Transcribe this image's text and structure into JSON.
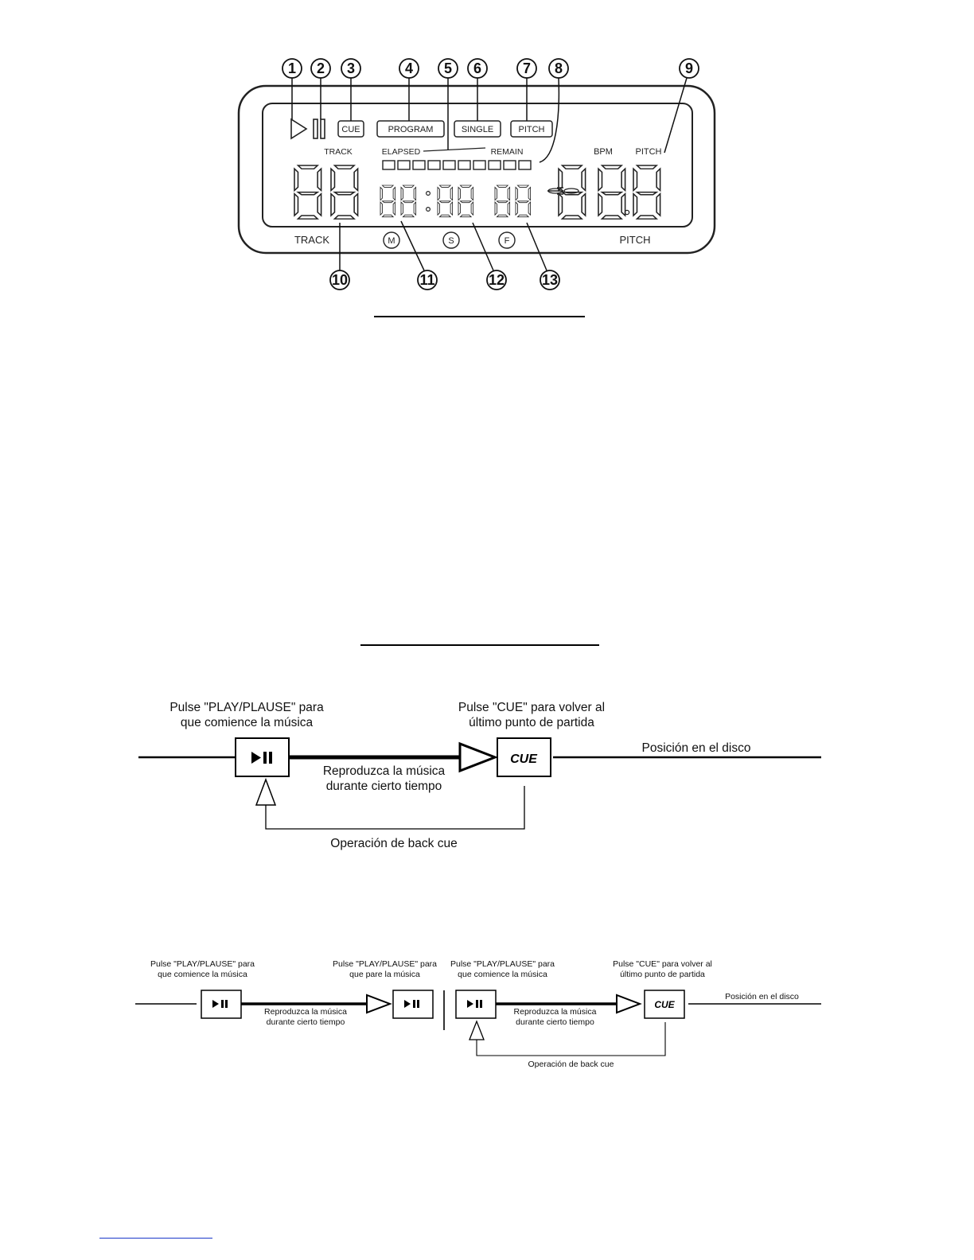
{
  "lcd": {
    "callouts": [
      "1",
      "2",
      "3",
      "4",
      "5",
      "6",
      "7",
      "8",
      "9",
      "10",
      "11",
      "12",
      "13"
    ],
    "cue_box": "CUE",
    "program_box": "PROGRAM",
    "single_box": "SINGLE",
    "pitch_box": "PITCH",
    "track_top": "TRACK",
    "elapsed": "ELAPSED",
    "remain": "REMAIN",
    "bpm": "BPM",
    "pitch_top": "PITCH",
    "track_bottom": "TRACK",
    "m": "M",
    "s": "S",
    "f": "F",
    "pitch_bottom": "PITCH"
  },
  "diagram1": {
    "play_label": "Pulse \"PLAY/PLAUSE\" para que comience la música",
    "cue_label": "Pulse \"CUE\" para volver al último punto de partida",
    "position_label": "Posición en el disco",
    "play_duration": "Reproduzca la música durante cierto tiempo",
    "back_cue": "Operación de back cue",
    "cue_button": "CUE"
  },
  "diagram2": {
    "play_start_label": "Pulse \"PLAY/PLAUSE\" para que comience la música",
    "play_stop_label": "Pulse \"PLAY/PLAUSE\" para que pare la música",
    "play_start_label_2": "Pulse \"PLAY/PLAUSE\" para que comience la música",
    "cue_label": "Pulse \"CUE\" para volver al último punto de partida",
    "position_label": "Posición en el disco",
    "play_duration_1": "Reproduzca la música durante cierto tiempo",
    "play_duration_2": "Reproduzca la música durante cierto tiempo",
    "back_cue": "Operación de back cue",
    "cue_button": "CUE"
  }
}
